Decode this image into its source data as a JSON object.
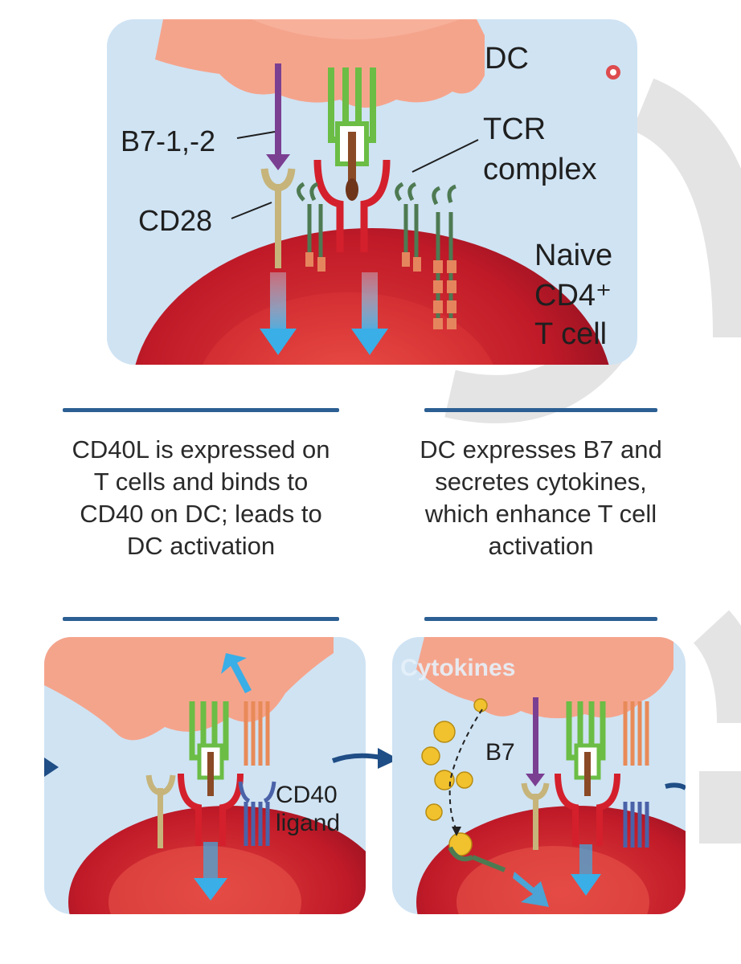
{
  "top_panel": {
    "labels": {
      "dc": "DC",
      "b7": "B7-1,-2",
      "cd28": "CD28",
      "tcr_line1": "TCR",
      "tcr_line2": "complex",
      "tcell_line1": "Naive",
      "tcell_line2": "CD4⁺",
      "tcell_line3": "T cell"
    }
  },
  "captions": {
    "left": "CD40L is expressed on T cells and binds to CD40 on DC; leads to DC activation",
    "right": "DC expresses B7 and secretes cytokines, which enhance T cell activation"
  },
  "bottom_left_panel": {
    "labels": {
      "cd40_line1": "CD40",
      "cd40_line2": "ligand"
    }
  },
  "bottom_right_panel": {
    "labels": {
      "cytokines": "Cytokines",
      "b7": "B7"
    }
  },
  "colors": {
    "panel_bg": "#cfe3f3",
    "dc_cell": "#f5a48c",
    "t_cell": "#c8202c",
    "tcr_green": "#6bbd45",
    "tcr_red": "#d4202c",
    "arrow_blue": "#3aaee6",
    "flow_arrow": "#1f4d86",
    "rule_blue": "#2c5f93"
  }
}
